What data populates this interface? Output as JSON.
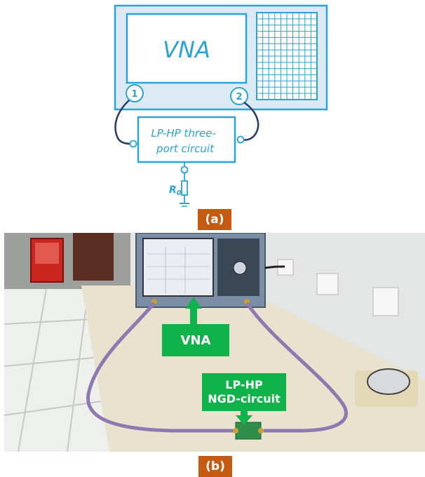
{
  "diagram": {
    "vna_label": "VNA",
    "port1_label": "1",
    "port2_label": "2",
    "circuit_label": "LP-HP three-\nport circuit",
    "resistor_label": "R",
    "resistor_subscript": "0",
    "caption": "(a)"
  },
  "photo": {
    "vna_label": "VNA",
    "ngd_label": "LP-HP\nNGD-circuit",
    "caption": "(b)"
  },
  "colors": {
    "schematic_line": "#2aa3d8",
    "schematic_fill": "#dbeaf4",
    "cable": "#253a6a",
    "caption_bg": "#c55a11",
    "label_green": "#10b24a"
  }
}
